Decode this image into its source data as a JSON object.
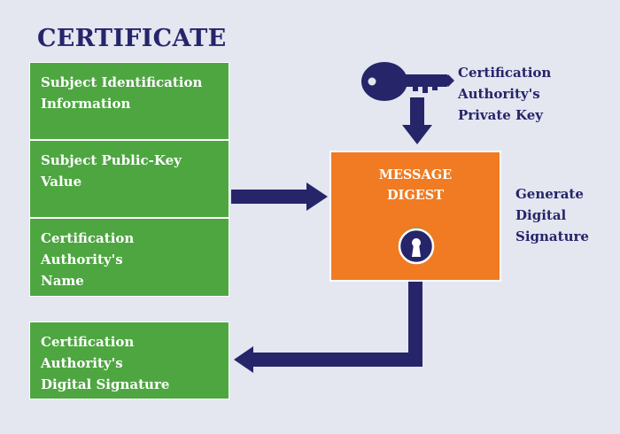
{
  "certificate": {
    "title": "CERTIFICATE",
    "fields": [
      {
        "line1": "Subject Identification",
        "line2": "Information"
      },
      {
        "line1": "Subject Public-Key",
        "line2": "Value"
      },
      {
        "line1": "Certification Authority's",
        "line2": "Name"
      }
    ],
    "signature": {
      "line1": "Certification Authority's",
      "line2": "Digital Signature"
    }
  },
  "digest": {
    "line1": "MESSAGE",
    "line2": "DIGEST"
  },
  "key_label": {
    "line1": "Certification",
    "line2": "Authority's",
    "line3": "Private Key"
  },
  "generate_label": {
    "line1": "Generate",
    "line2": "Digital",
    "line3": "Signature"
  },
  "colors": {
    "navy": "#26256a",
    "green": "#4ea641",
    "orange": "#f07b22",
    "background": "#e4e6f0"
  },
  "icons": [
    "key-icon",
    "padlock-icon"
  ]
}
